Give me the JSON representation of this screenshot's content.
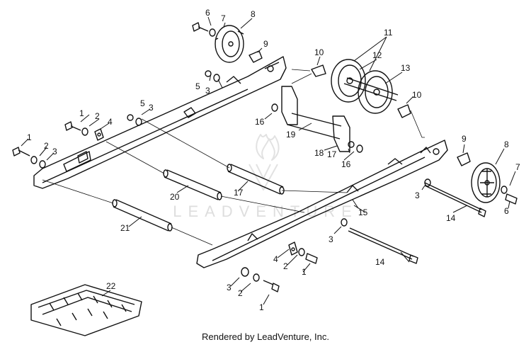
{
  "diagram": {
    "watermark_text": "LEADVENTURE",
    "footer_text": "Rendered by LeadVenture, Inc.",
    "callouts": {
      "c1a": "1",
      "c1b": "1",
      "c1c": "1",
      "c1d": "1",
      "c2a": "2",
      "c2b": "2",
      "c2c": "2",
      "c2d": "2",
      "c3a": "3",
      "c3b": "3",
      "c3c": "3",
      "c3d": "3",
      "c3e": "3",
      "c3f": "3",
      "c4a": "4",
      "c4b": "4",
      "c5a": "5",
      "c5b": "5",
      "c6a": "6",
      "c6b": "6",
      "c7a": "7",
      "c7b": "7",
      "c8a": "8",
      "c8b": "8",
      "c9a": "9",
      "c9b": "9",
      "c10a": "10",
      "c10b": "10",
      "c11": "11",
      "c12": "12",
      "c13": "13",
      "c14a": "14",
      "c14b": "14",
      "c15": "15",
      "c16a": "16",
      "c16b": "16",
      "c17a": "17",
      "c17b": "17",
      "c18": "18",
      "c19": "19",
      "c20": "20",
      "c21": "21",
      "c22": "22"
    },
    "colors": {
      "line": "#111111",
      "watermark": "#dedede"
    }
  }
}
